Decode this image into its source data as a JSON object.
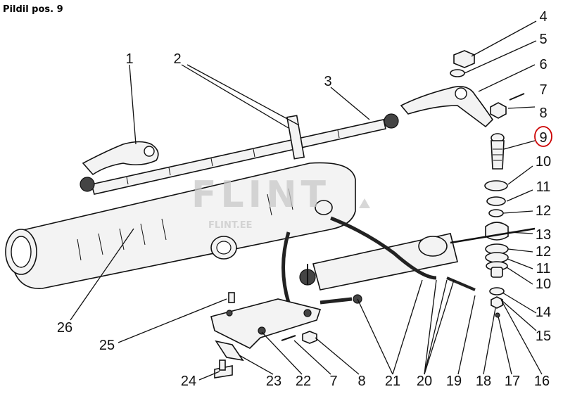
{
  "title": "Pildil pos. 9",
  "watermark": {
    "brand": "FLINT",
    "site": "FLINT.EE"
  },
  "highlight": {
    "callout": "9",
    "color": "#cc0000"
  },
  "callouts": [
    "1",
    "2",
    "3",
    "4",
    "5",
    "6",
    "7",
    "8",
    "9",
    "10",
    "11",
    "12",
    "13",
    "12",
    "11",
    "10",
    "14",
    "15",
    "16",
    "17",
    "18",
    "19",
    "20",
    "21",
    "8",
    "7",
    "22",
    "23",
    "24",
    "25",
    "26"
  ]
}
